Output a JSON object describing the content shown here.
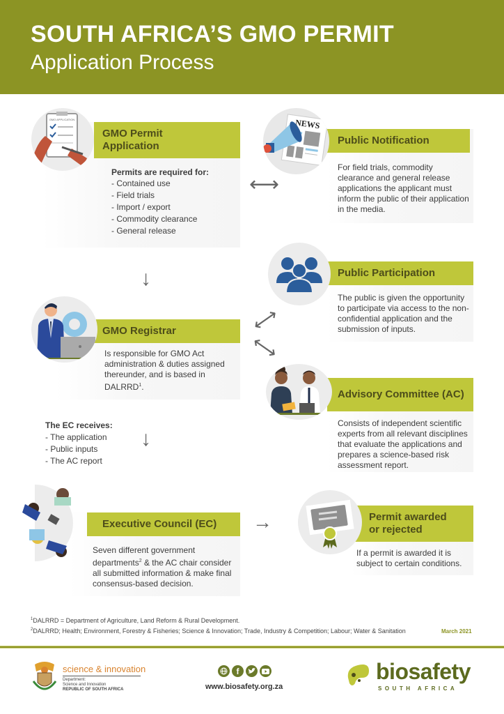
{
  "header": {
    "title": "SOUTH AFRICA’S GMO PERMIT",
    "subtitle": "Application Process"
  },
  "steps": {
    "application": {
      "title_line1": "GMO Permit",
      "title_line2": "Application",
      "list_heading": "Permits are required for:",
      "items": [
        "- Contained use",
        "- Field trials",
        "- Import / export",
        "- Commodity clearance",
        "- General release"
      ],
      "icon": "clipboard-form-icon",
      "icon_label": "GMO APPLICATION"
    },
    "notification": {
      "title": "Public Notification",
      "text": "For field trials, commodity clearance and general release applications the applicant must inform the public of their application in the media.",
      "icon": "megaphone-newspaper-icon",
      "icon_label": "NEWS"
    },
    "participation": {
      "title": "Public Participation",
      "text": "The public is given the opportunity to participate via access to the non-confidential application and the submission of inputs.",
      "icon": "people-group-icon"
    },
    "registrar": {
      "title": "GMO Registrar",
      "text": "Is responsible for GMO Act administration & duties assigned thereunder, and is based in DALRRD",
      "sup": "1",
      "text_end": ".",
      "icon": "man-laptop-icon"
    },
    "committee": {
      "title": "Advisory Committee (AC)",
      "text": "Consists of independent scientific experts from all relevant disciplines that evaluate the applications and prepares a science-based risk assessment report.",
      "icon": "two-people-discussing-icon"
    },
    "ec_receives": {
      "heading": "The EC receives:",
      "items": [
        "- The application",
        "- Public inputs",
        "- The AC report"
      ]
    },
    "council": {
      "title": "Executive Council (EC)",
      "text_a": "Seven different government departments",
      "sup": "2",
      "text_b": " & the AC chair consider all submitted information & make final consensus-based decision.",
      "icon": "meeting-table-icon"
    },
    "permit": {
      "title_line1": "Permit awarded",
      "title_line2": "or rejected",
      "text": "If a permit is awarded it is subject to certain conditions.",
      "icon": "certificate-icon"
    }
  },
  "arrows": {
    "down": "↓",
    "right": "→",
    "both": "⟷"
  },
  "footnotes": {
    "n1_sup": "1",
    "n1": "DALRRD = Department of Agriculture, Land Reform & Rural Development.",
    "n2_sup": "2",
    "n2": "DALRRD; Health; Environment, Forestry & Fisheries; Science & Innovation; Trade, Industry & Competition; Labour; Water & Sanitation",
    "date": "March 2021"
  },
  "footer": {
    "dept_name": "science & innovation",
    "dept_line1": "Department:",
    "dept_line2": "Science and Innovation",
    "dept_line3": "REPUBLIC OF SOUTH AFRICA",
    "social_icons": [
      "globe-icon",
      "facebook-icon",
      "twitter-icon",
      "youtube-icon"
    ],
    "url": "www.biosafety.org.za",
    "brand": "biosafety",
    "brand_sub": "SOUTH AFRICA"
  },
  "colors": {
    "header_green": "#8c9424",
    "bar_lime": "#bfc73a",
    "people_blue": "#2b5d9b",
    "arrow_gray": "#666666",
    "dept_orange": "#d9832e"
  }
}
